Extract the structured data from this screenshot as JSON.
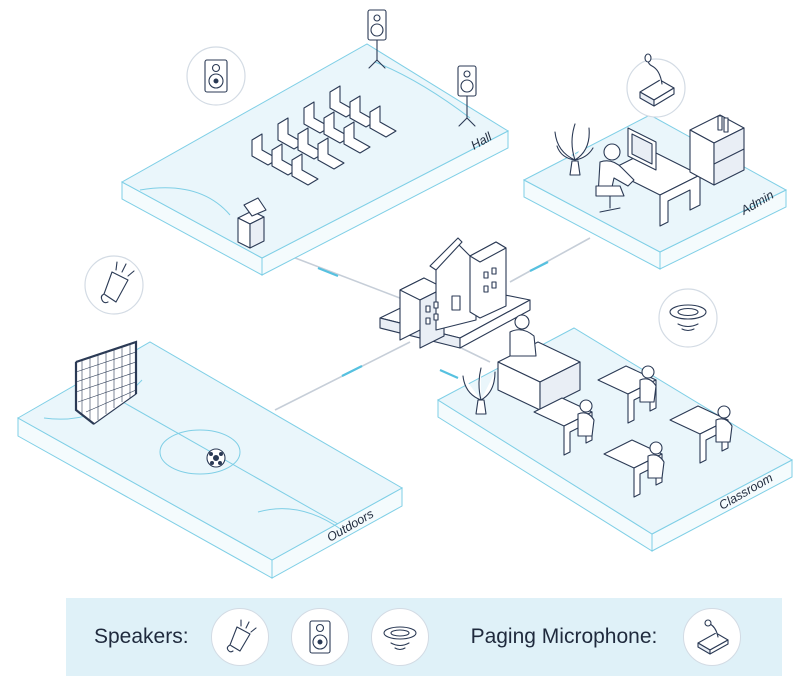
{
  "zones": {
    "hall": "Hall",
    "admin": "Admin",
    "outdoors": "Outdoors",
    "classroom": "Classroom"
  },
  "legend": {
    "speakers_label": "Speakers:",
    "paging_label": "Paging Microphone:",
    "speaker_types": [
      "megaphone-speaker-icon",
      "box-speaker-icon",
      "ceiling-speaker-icon"
    ],
    "paging_type": "paging-microphone-icon"
  },
  "colors": {
    "outline": "#2b3a55",
    "slab": "#7fcfe6",
    "link_highlight": "#56c1e0",
    "legend_background": "#dff1f8"
  }
}
